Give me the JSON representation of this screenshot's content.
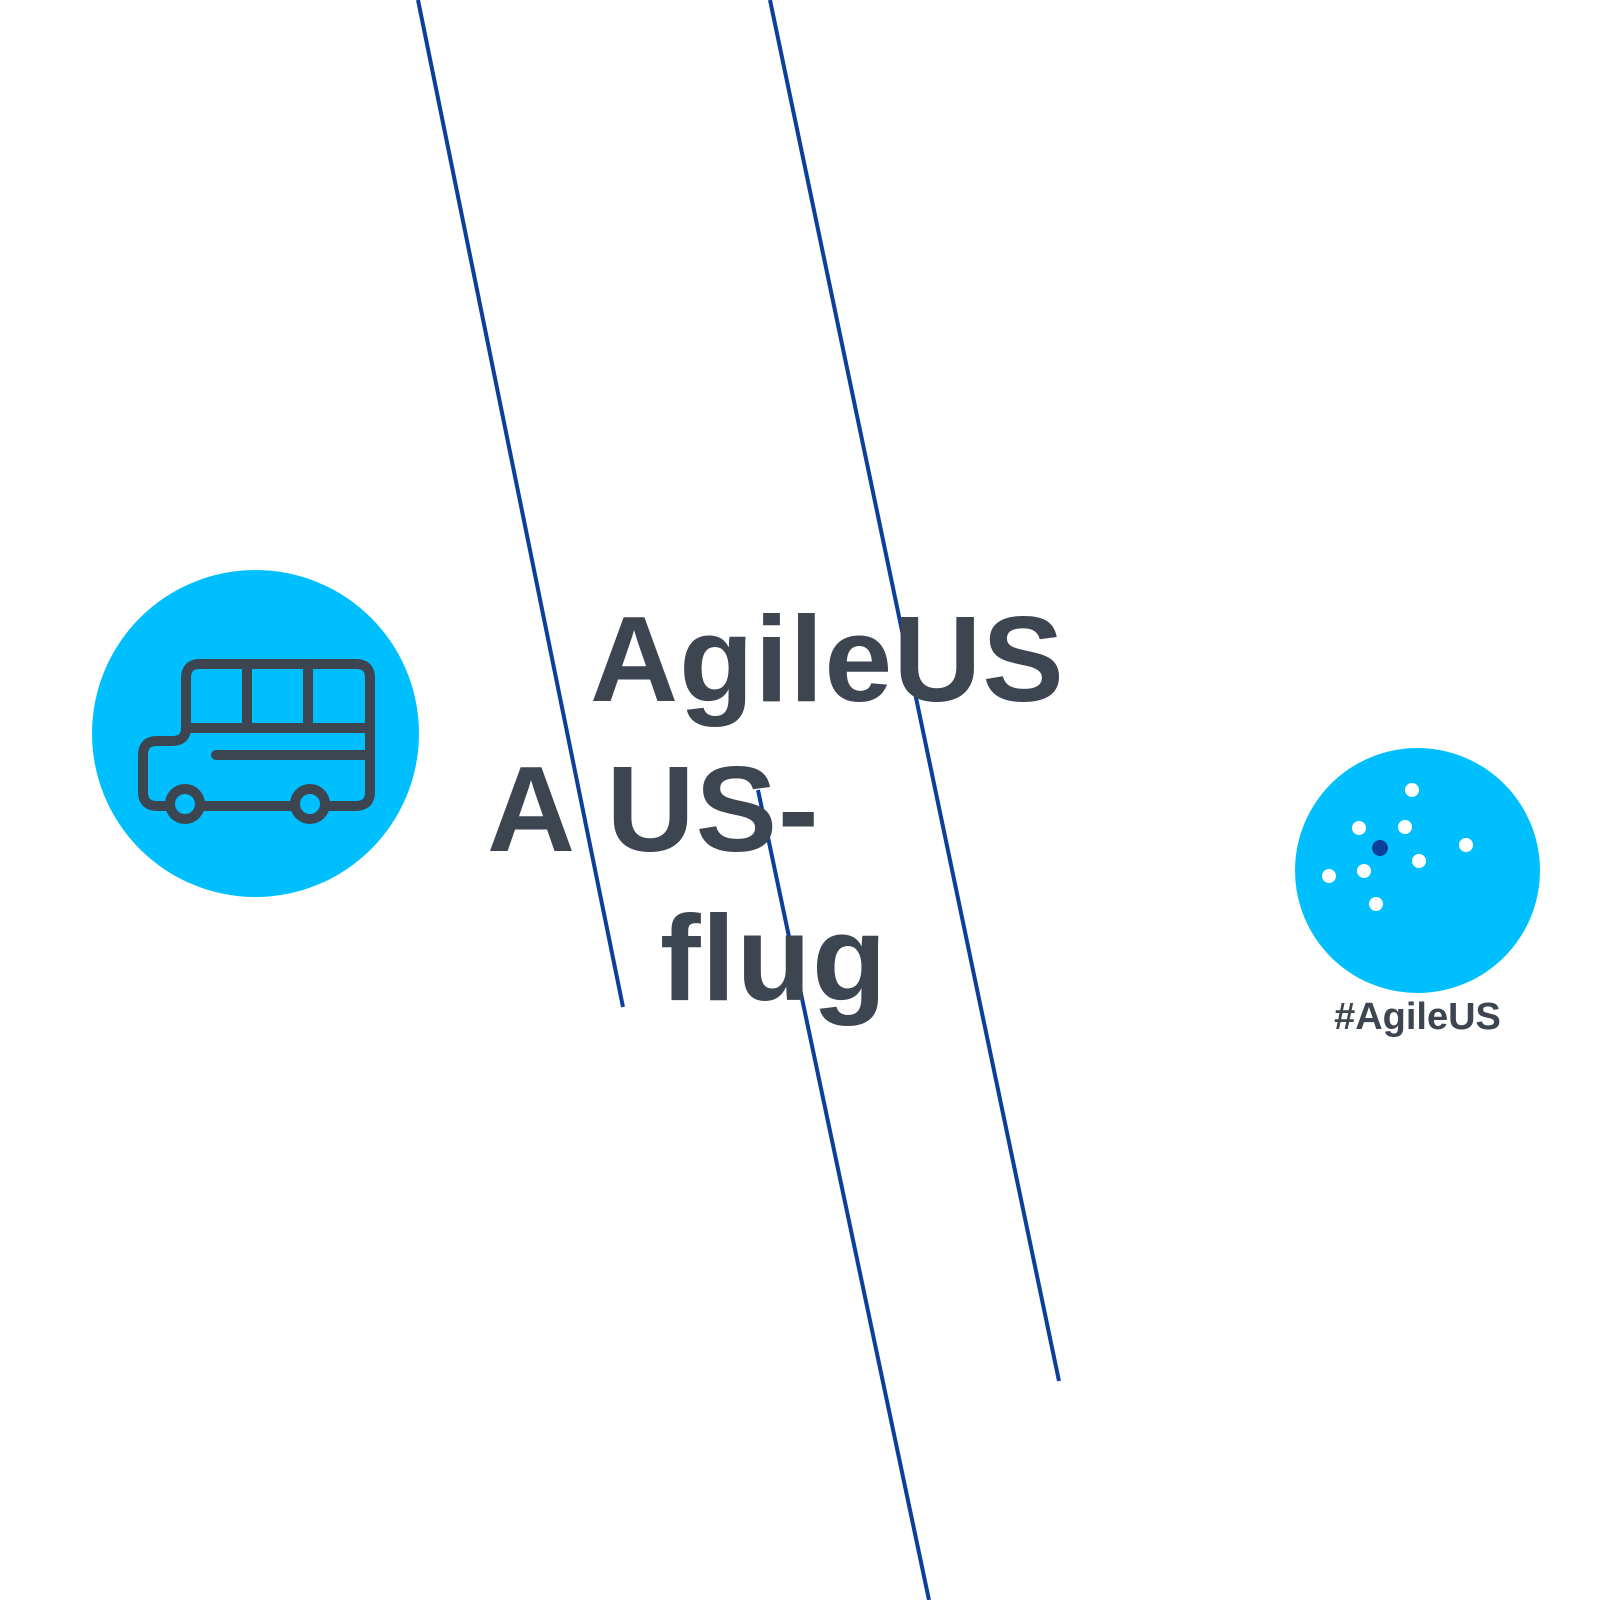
{
  "headline": {
    "line1": "AgileUS",
    "line2": "A US-",
    "line3": "flug"
  },
  "hashtag": "#AgileUS",
  "icons": {
    "bus": "bus-icon",
    "logo": "dots-constellation-logo"
  },
  "colors": {
    "background": "#ffffff",
    "accent": "#00bfff",
    "text": "#3d4550",
    "line": "#0b3f9a",
    "logo_dot": "#ffffff",
    "logo_dot_highlight": "#0b3f9a"
  }
}
